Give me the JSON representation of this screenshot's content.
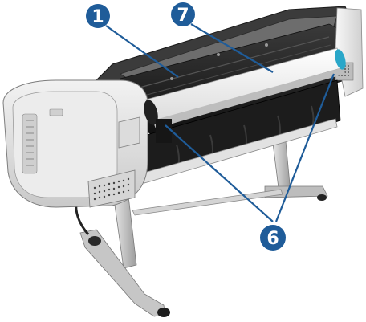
{
  "figure": {
    "subject_icon": "large-format-printer-rear-view",
    "callout_color": "#1f5c99",
    "leader_color": "#1f5c99",
    "callouts": [
      {
        "id": "c1",
        "label": "1"
      },
      {
        "id": "c7",
        "label": "7"
      },
      {
        "id": "c6",
        "label": "6"
      }
    ]
  }
}
